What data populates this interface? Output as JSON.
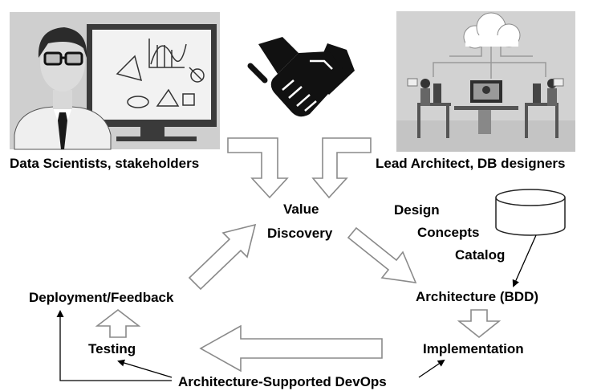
{
  "roles": {
    "left": "Data Scientists, stakeholders",
    "right": "Lead Architect, DB designers"
  },
  "cycle": {
    "value_discovery_line1": "Value",
    "value_discovery_line2": "Discovery",
    "architecture": "Architecture (BDD)",
    "implementation": "Implementation",
    "deployment": "Deployment/Feedback",
    "testing": "Testing",
    "devops": "Architecture-Supported DevOps"
  },
  "catalog": {
    "line1": "Design",
    "line2": "Concepts",
    "line3": "Catalog"
  },
  "images": {
    "left_photo": "data-scientist-illustration",
    "center_icon": "handshake-icon",
    "right_photo": "architects-at-workstations-cloud-illustration",
    "catalog_icon": "database-cylinder-icon"
  },
  "colors": {
    "photo_bg": "#cfcfcf",
    "arrow_outline": "#8a8a8a",
    "arrow_fill": "#ffffff",
    "text": "#000000"
  }
}
